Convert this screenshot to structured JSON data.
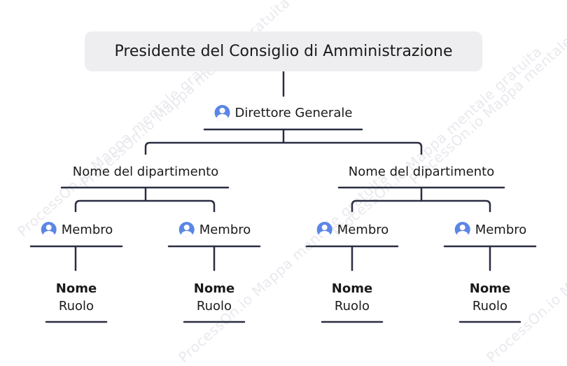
{
  "watermark": "ProcessOn.io Mappa mentale gratuita",
  "root": {
    "label": "Presidente del Consiglio di Amministrazione"
  },
  "director": {
    "label": "Direttore Generale",
    "icon": "person-icon"
  },
  "departments": [
    {
      "label": "Nome del dipartimento",
      "members": [
        {
          "label": "Membro",
          "icon": "person-icon",
          "name": "Nome",
          "role": "Ruolo"
        },
        {
          "label": "Membro",
          "icon": "person-icon",
          "name": "Nome",
          "role": "Ruolo"
        }
      ]
    },
    {
      "label": "Nome del dipartimento",
      "members": [
        {
          "label": "Membro",
          "icon": "person-icon",
          "name": "Nome",
          "role": "Ruolo"
        },
        {
          "label": "Membro",
          "icon": "person-icon",
          "name": "Nome",
          "role": "Ruolo"
        }
      ]
    }
  ],
  "colors": {
    "line": "#2b2d42",
    "icon": "#5b86e5",
    "root_bg": "#eeeef0",
    "watermark": "#e9e9ee"
  }
}
